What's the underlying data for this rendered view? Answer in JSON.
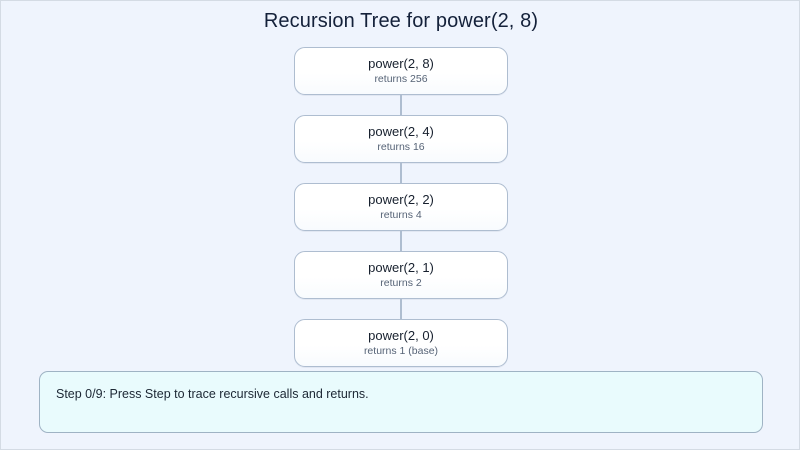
{
  "title": "Recursion Tree for power(2, 8)",
  "tree": {
    "nodes": [
      {
        "label": "power(2, 8)",
        "returns": "returns 256"
      },
      {
        "label": "power(2, 4)",
        "returns": "returns 16"
      },
      {
        "label": "power(2, 2)",
        "returns": "returns 4"
      },
      {
        "label": "power(2, 1)",
        "returns": "returns 2"
      },
      {
        "label": "power(2, 0)",
        "returns": "returns 1 (base)"
      }
    ]
  },
  "status": {
    "text": "Step 0/9: Press Step to trace recursive calls and returns.",
    "step_current": 0,
    "step_total": 9
  },
  "colors": {
    "background": "#eff4fd",
    "node_border": "#aebdd0",
    "node_fill": "#ffffff",
    "connector": "#aebdd0",
    "status_fill": "#e9fbfd",
    "status_border": "#9fb3c4",
    "title_text": "#14213a",
    "label_text": "#17202e",
    "returns_text": "#566376"
  }
}
